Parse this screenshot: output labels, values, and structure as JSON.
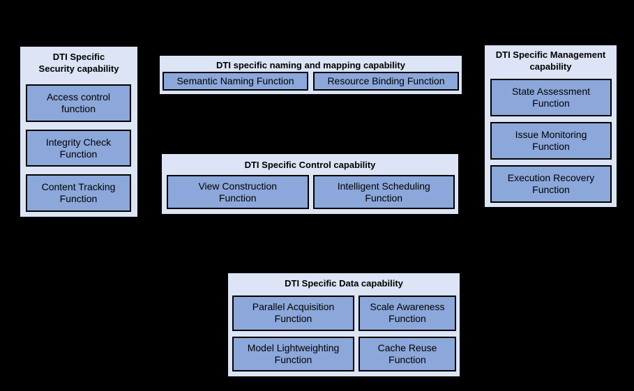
{
  "theme": {
    "background": "#000000",
    "group_fill": "#dce4f5",
    "function_fill": "#8ca7da",
    "border_color": "#000000",
    "text_color": "#000000"
  },
  "groups": {
    "security": {
      "title": "DTI Specific\nSecurity capability",
      "functions": [
        "Access control\nfunction",
        "Integrity Check\nFunction",
        "Content Tracking\nFunction"
      ]
    },
    "naming": {
      "title": "DTI specific naming and mapping capability",
      "functions": [
        "Semantic Naming Function",
        "Resource Binding Function"
      ]
    },
    "control": {
      "title": "DTI Specific Control capability",
      "functions": [
        "View Construction\nFunction",
        "Intelligent Scheduling\nFunction"
      ]
    },
    "management": {
      "title": "DTI Specific Management\ncapability",
      "functions": [
        "State Assessment\nFunction",
        "Issue Monitoring\nFunction",
        "Execution Recovery\nFunction"
      ]
    },
    "data": {
      "title": "DTI Specific Data capability",
      "functions": [
        "Parallel Acquisition\nFunction",
        "Scale Awareness\nFunction",
        "Model Lightweighting\nFunction",
        "Cache Reuse\nFunction"
      ]
    }
  }
}
